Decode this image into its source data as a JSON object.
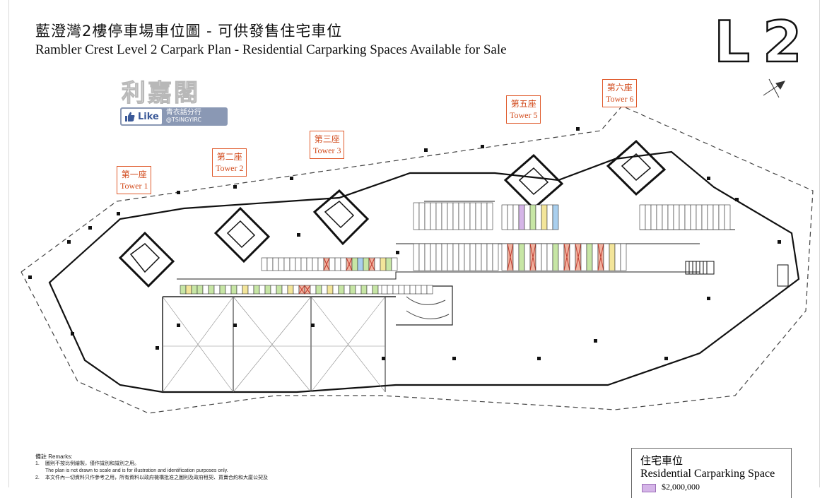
{
  "header": {
    "title_zh": "藍澄灣2樓停車場車位圖 - 可供發售住宅車位",
    "title_en": "Rambler Crest Level 2 Carpark Plan - Residential Carparking Spaces Available for Sale",
    "level": "L2"
  },
  "towers": [
    {
      "zh": "第一座",
      "en": "Tower 1"
    },
    {
      "zh": "第二座",
      "en": "Tower 2"
    },
    {
      "zh": "第三座",
      "en": "Tower 3"
    },
    {
      "zh": "第五座",
      "en": "Tower 5"
    },
    {
      "zh": "第六座",
      "en": "Tower 6"
    }
  ],
  "watermark": {
    "title": "利嘉閣",
    "like": "Like",
    "branch": "青衣話分行",
    "handle": "@TSINGYIRC"
  },
  "remarks": {
    "title": "備註 Remarks:",
    "items": [
      {
        "num": "1.",
        "text": "圖則不按比例繪製，僅作識別和識別之用。"
      },
      {
        "num": "",
        "text": "The plan is not drawn to scale and is for illustration and identification purposes only."
      },
      {
        "num": "2.",
        "text": "本文件內一切資料只作參考之用，所有資料以政府機構批准之圖則及政府租契、買賣合約和大廈公契及"
      }
    ]
  },
  "legend": {
    "title_zh": "住宅車位",
    "title_en": "Residential Carparking Space",
    "price": "$2,000,000",
    "swatch_color": "#d5b5e8"
  },
  "colors": {
    "tower_label": "#e05a2b",
    "available_green": "#c7e6a5",
    "available_yellow": "#f3e59a",
    "available_blue": "#a9cfee",
    "available_purple": "#d5b5e8",
    "sold_cross": "#c0392b",
    "pink": "#f2b3a0"
  }
}
